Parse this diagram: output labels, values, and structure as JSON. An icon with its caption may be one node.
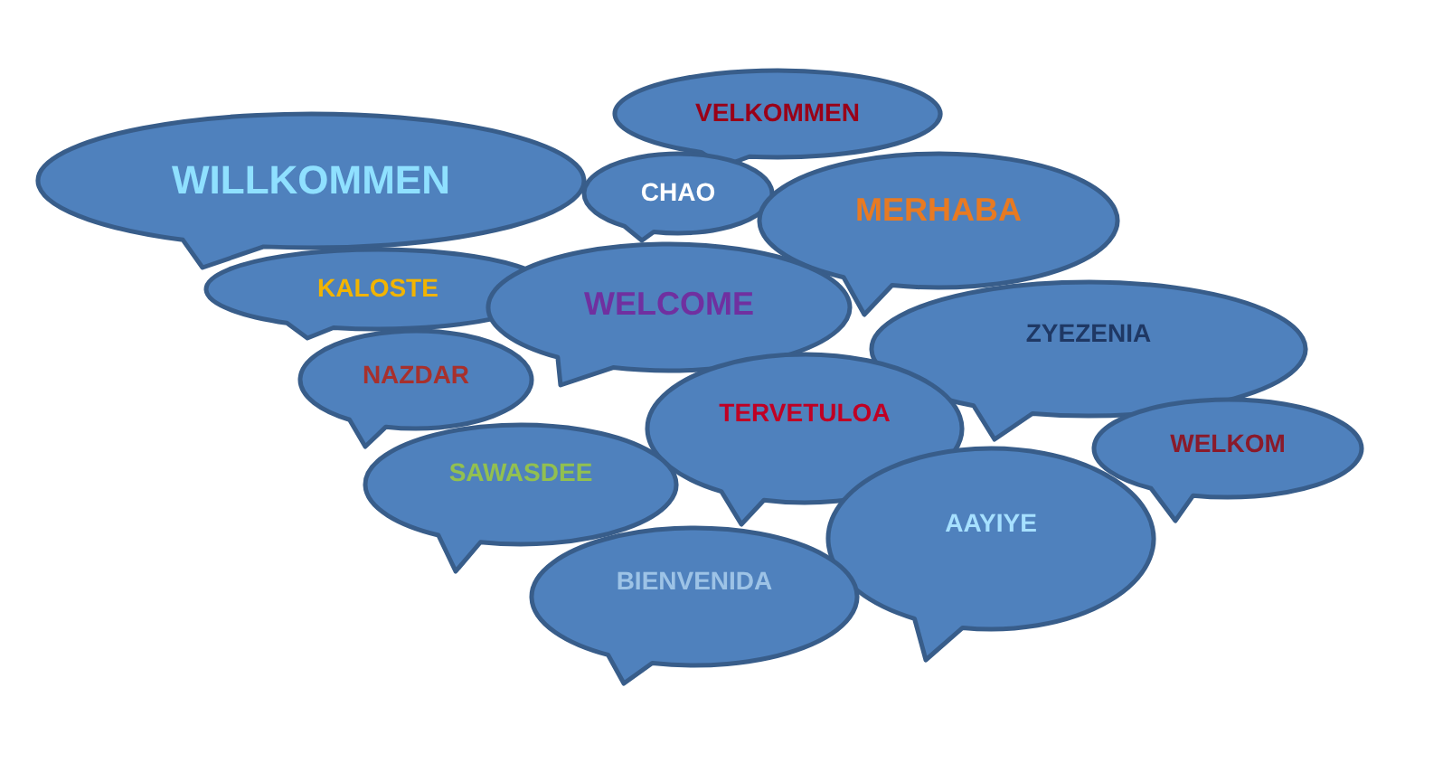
{
  "diagram": {
    "nodes": [
      {
        "text": [
          "WILLKOMMEN"
        ]
      },
      {
        "text": [
          "VELKOMMEN"
        ]
      },
      {
        "text": [
          "CHAO"
        ]
      },
      {
        "text": [
          "MERHABA"
        ]
      },
      {
        "text": [
          "KALOSTE"
        ]
      },
      {
        "text": [
          "WELCOME"
        ]
      },
      {
        "text": [
          "ZYEZENIA"
        ]
      },
      {
        "text": [
          "NAZDAR"
        ]
      },
      {
        "text": [
          "TERVETULOA"
        ]
      },
      {
        "text": [
          "WELKOM"
        ]
      },
      {
        "text": [
          "SAWASDEE"
        ]
      },
      {
        "text": [
          "AAYIYE"
        ]
      },
      {
        "text": [
          "BIENVENIDA"
        ]
      }
    ]
  }
}
